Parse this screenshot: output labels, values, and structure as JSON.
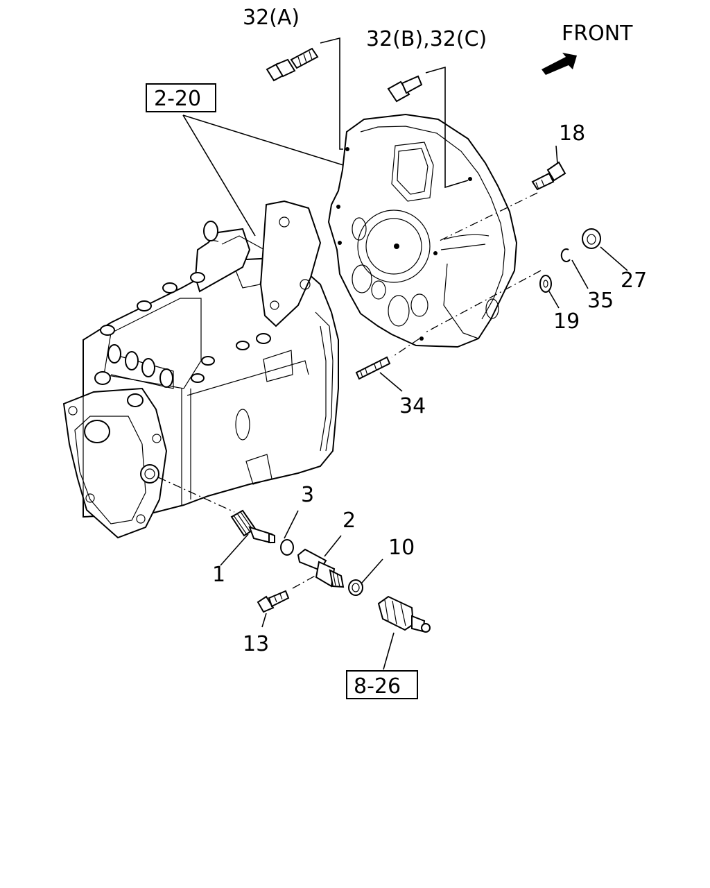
{
  "orientation": {
    "text": "FRONT"
  },
  "callouts": {
    "c32a": "32(A)",
    "c32bc": "32(B),32(C)",
    "c18": "18",
    "c27": "27",
    "c35": "35",
    "c19": "19",
    "c34": "34",
    "c3": "3",
    "c2": "2",
    "c10": "10",
    "c1": "1",
    "c13": "13"
  },
  "references": {
    "r220": "2-20",
    "r826": "8-26"
  }
}
